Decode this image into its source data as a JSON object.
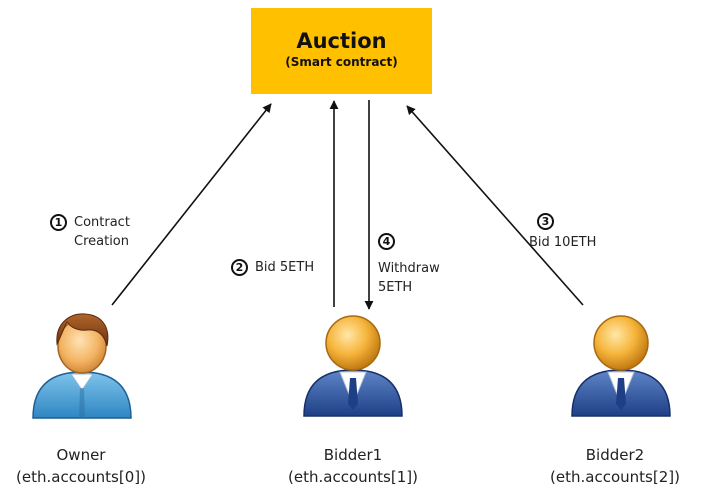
{
  "contract": {
    "title": "Auction",
    "subtitle": "(Smart contract)",
    "color": "#FFC000"
  },
  "steps": [
    {
      "number": "1",
      "text": "Contract\nCreation"
    },
    {
      "number": "2",
      "text": "Bid 5ETH"
    },
    {
      "number": "3",
      "text": "Bid 10ETH"
    },
    {
      "number": "4",
      "text": "Withdraw\n5ETH"
    }
  ],
  "actors": [
    {
      "name": "Owner",
      "account": "(eth.accounts[0])",
      "icon": "owner-person-icon"
    },
    {
      "name": "Bidder1",
      "account": "(eth.accounts[1])",
      "icon": "bidder-person-icon"
    },
    {
      "name": "Bidder2",
      "account": "(eth.accounts[2])",
      "icon": "bidder-person-icon"
    }
  ]
}
